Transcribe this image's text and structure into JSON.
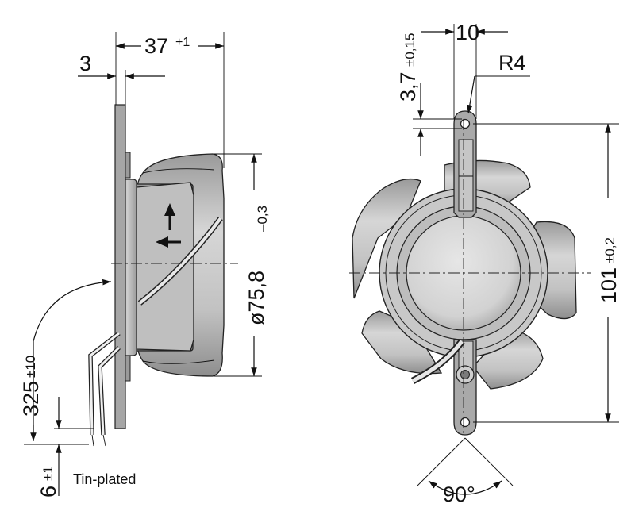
{
  "side_view": {
    "dim_depth": "37",
    "dim_depth_tol": "+1",
    "dim_flange": "3",
    "dim_diameter": "ø75,8",
    "dim_diameter_tol": "–0,3",
    "dim_cable": "325",
    "dim_cable_tol": "±10",
    "dim_strip": "6",
    "dim_strip_tol": "±1",
    "note_wire_end": "Tin-plated"
  },
  "front_view": {
    "dim_bracket_width": "10",
    "dim_hole_offset": "3,7",
    "dim_hole_offset_tol": "±0,15",
    "dim_radius": "R4",
    "dim_hole_pitch": "101",
    "dim_hole_pitch_tol": "±0,2",
    "dim_angle": "90°"
  },
  "colors": {
    "metal_light": "#d9d9d9",
    "metal_mid": "#b3b3b3",
    "metal_dark": "#8a8a8a",
    "line": "#111111"
  }
}
